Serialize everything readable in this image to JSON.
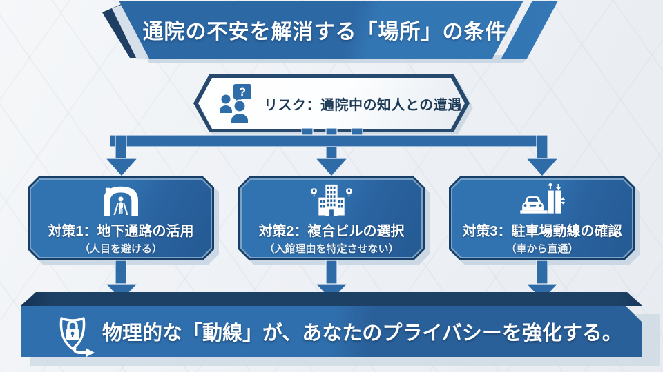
{
  "title": {
    "text": "通院の不安を解消する「場所」の条件"
  },
  "risk": {
    "label": "リスク：通院中の知人との遭遇",
    "icon": "people-question-icon"
  },
  "strategies": [
    {
      "title": "対策1：地下通路の活用",
      "subtitle": "（人目を避ける）",
      "icon": "tunnel-pedestrian-icon"
    },
    {
      "title": "対策2：複合ビルの選択",
      "subtitle": "（入館理由を特定させない）",
      "icon": "mixed-use-building-icon"
    },
    {
      "title": "対策3：駐車場動線の確認",
      "subtitle": "（車から直通）",
      "icon": "car-elevator-icon"
    }
  ],
  "conclusion": {
    "text": "物理的な「動線」が、あなたのプライバシーを強化する。",
    "icon": "shield-lock-arrow-icon"
  },
  "colors": {
    "background": "#eef1f5",
    "primary_blue": "#2e6ba7",
    "box_fill_dark": "#255a93",
    "dark_navy_border": "#163e67",
    "banner_bevel": "#1d4065",
    "hexagon_fill": "#fdfeff",
    "text_navy": "#1d3a57",
    "white": "#ffffff",
    "shadow": "#c5d3e0"
  }
}
